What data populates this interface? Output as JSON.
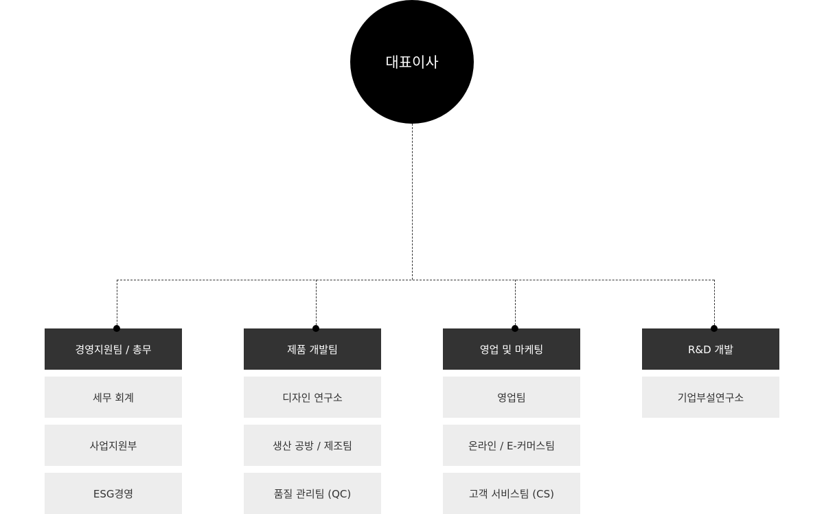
{
  "ceo": {
    "label": "대표이사"
  },
  "departments": [
    {
      "title": "경영지원팀 / 총무",
      "items": [
        "세무 회계",
        "사업지원부",
        "ESG경영"
      ]
    },
    {
      "title": "제품 개발팀",
      "items": [
        "디자인 연구소",
        "생산 공방 / 제조팀",
        "품질 관리팀 (QC)"
      ]
    },
    {
      "title": "영업 및 마케팅",
      "items": [
        "영업팀",
        "온라인 / E-커머스팀",
        "고객 서비스팀 (CS)"
      ]
    },
    {
      "title": "R&D 개발",
      "items": [
        "기업부설연구소"
      ]
    }
  ]
}
